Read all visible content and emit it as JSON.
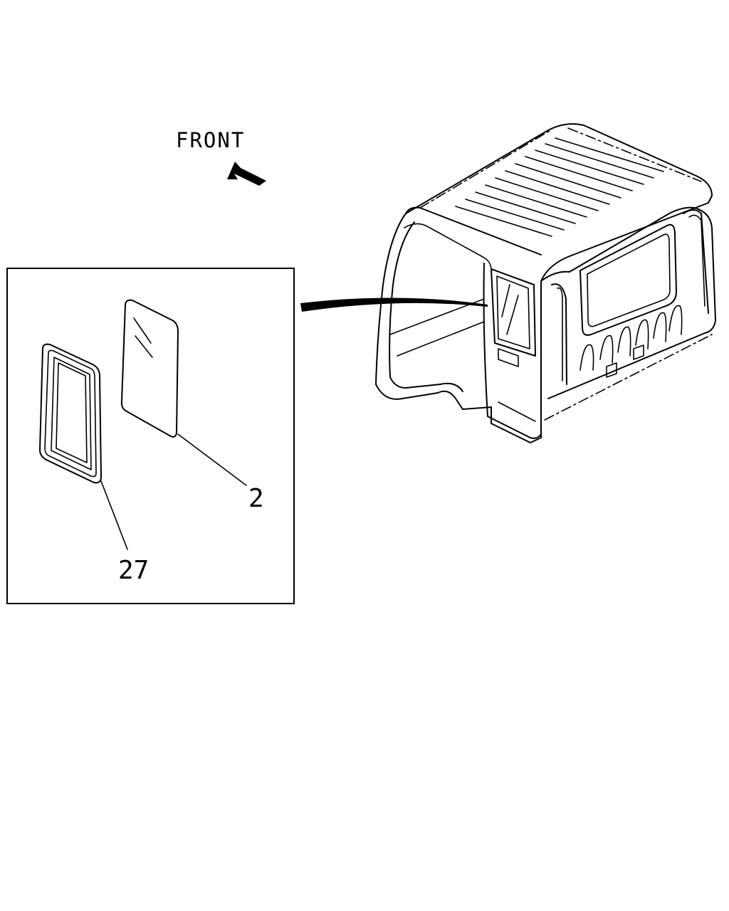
{
  "orientation": {
    "label": "FRONT",
    "arrow_icon": "arrow-up-left-icon"
  },
  "callouts": [
    {
      "number": "2",
      "part": "glass"
    },
    {
      "number": "27",
      "part": "weatherstrip"
    }
  ],
  "colors": {
    "line": "#000000",
    "background": "#ffffff"
  }
}
